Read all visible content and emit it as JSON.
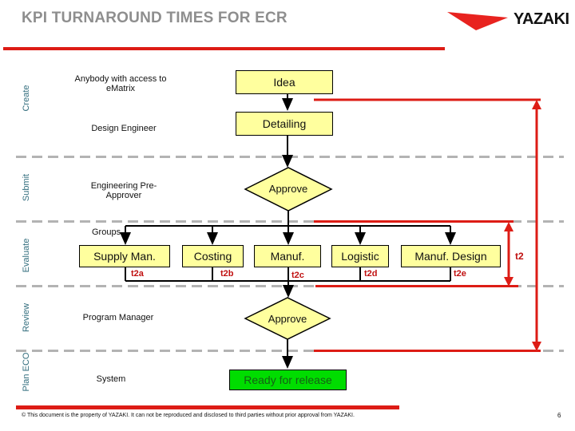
{
  "header": {
    "title": "KPI TURNAROUND TIMES FOR ECR",
    "logo": "YAZAKI"
  },
  "lanes": {
    "create": "Create",
    "submit": "Submit",
    "evaluate": "Evaluate",
    "review": "Review",
    "plan_eco": "Plan ECO"
  },
  "actors": {
    "create_line1": "Anybody with access to",
    "create_line2": "eMatrix",
    "detailing": "Design Engineer",
    "submit_line1": "Engineering Pre-",
    "submit_line2": "Approver",
    "evaluate": "Groups",
    "review": "Program Manager",
    "plan_eco": "System"
  },
  "nodes": {
    "idea": "Idea",
    "detailing": "Detailing",
    "approve1": "Approve",
    "groups": [
      "Supply Man.",
      "Costing",
      "Manuf.",
      "Logistic",
      "Manuf. Design"
    ],
    "approve2": "Approve",
    "ready": "Ready for release"
  },
  "kpi": {
    "t2a": "t2a",
    "t2b": "t2b",
    "t2c": "t2c",
    "t2d": "t2d",
    "t2e": "t2e",
    "t2": "t2"
  },
  "footer": {
    "disclaimer": "© This document is the property of YAZAKI. It can not be reproduced and disclosed to third parties without prior approval from YAZAKI.",
    "page": "6"
  },
  "colors": {
    "accent_red": "#dd1c15",
    "node_yellow": "#ffff9e",
    "ready_green": "#00dd00",
    "lane_teal": "#336e7e",
    "title_gray": "#8e8e8e"
  }
}
